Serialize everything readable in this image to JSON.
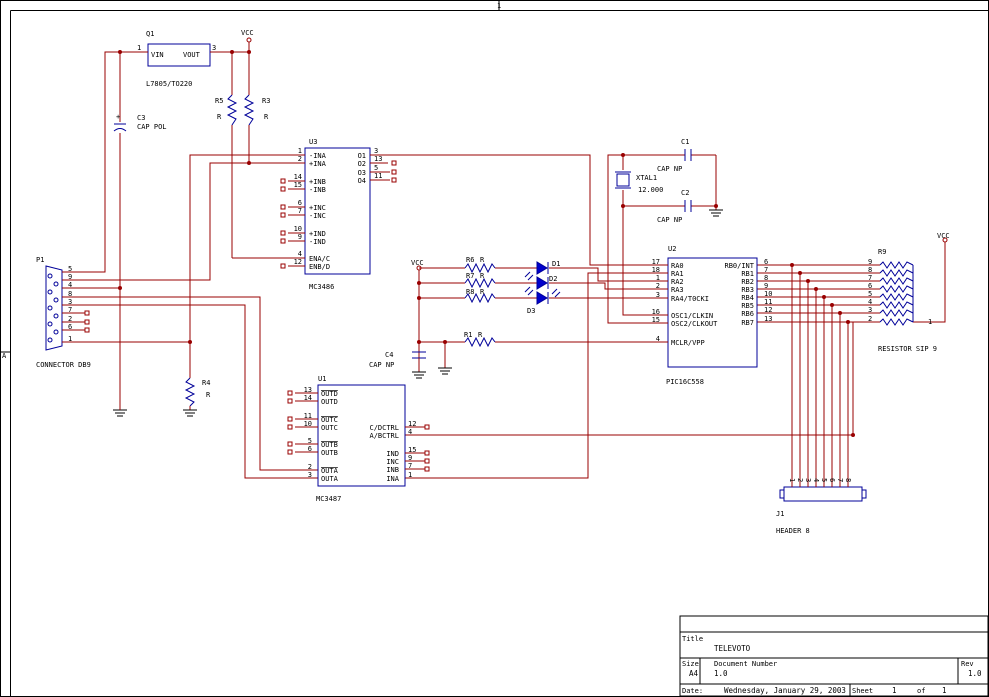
{
  "border": {
    "top_marker": "1",
    "left_marker": "A"
  },
  "components": {
    "q1": {
      "ref": "Q1",
      "value": "L7805/TO220",
      "pins": {
        "in": "VIN",
        "out": "VOUT",
        "in_num": "1",
        "out_num": "3"
      }
    },
    "c3": {
      "ref": "C3",
      "value": "CAP POL"
    },
    "r5": {
      "ref": "R5",
      "value": "R"
    },
    "r3": {
      "ref": "R3",
      "value": "R"
    },
    "u3": {
      "ref": "U3",
      "value": "MC3486",
      "left_pins": [
        {
          "num": "1",
          "name": "-INA"
        },
        {
          "num": "2",
          "name": "+INA"
        },
        {
          "num": "14",
          "name": "+INB"
        },
        {
          "num": "15",
          "name": "-INB"
        },
        {
          "num": "6",
          "name": "+INC"
        },
        {
          "num": "7",
          "name": "-INC"
        },
        {
          "num": "10",
          "name": "+IND"
        },
        {
          "num": "9",
          "name": "-IND"
        },
        {
          "num": "4",
          "name": "ENA/C"
        },
        {
          "num": "12",
          "name": "ENB/D"
        }
      ],
      "right_pins": [
        {
          "num": "3",
          "name": "O1"
        },
        {
          "num": "13",
          "name": "O2"
        },
        {
          "num": "5",
          "name": "O3"
        },
        {
          "num": "11",
          "name": "O4"
        }
      ]
    },
    "p1": {
      "ref": "P1",
      "value": "CONNECTOR DB9",
      "pins": [
        "5",
        "9",
        "4",
        "8",
        "3",
        "7",
        "2",
        "6",
        "1"
      ]
    },
    "r4": {
      "ref": "R4",
      "value": "R"
    },
    "u1": {
      "ref": "U1",
      "value": "MC3487",
      "left_pins": [
        {
          "num": "13",
          "name": "OUTD"
        },
        {
          "num": "14",
          "name": "OUTD"
        },
        {
          "num": "11",
          "name": "OUTC"
        },
        {
          "num": "10",
          "name": "OUTC"
        },
        {
          "num": "5",
          "name": "OUTB"
        },
        {
          "num": "6",
          "name": "OUTB"
        },
        {
          "num": "2",
          "name": "OUTA"
        },
        {
          "num": "3",
          "name": "OUTA"
        }
      ],
      "right_pins": [
        {
          "num": "12",
          "name": "C/DCTRL"
        },
        {
          "num": "4",
          "name": "A/BCTRL"
        },
        {
          "num": "15",
          "name": "IND"
        },
        {
          "num": "9",
          "name": "INC"
        },
        {
          "num": "7",
          "name": "INB"
        },
        {
          "num": "1",
          "name": "INA"
        }
      ]
    },
    "c4": {
      "ref": "C4",
      "value": "CAP NP"
    },
    "r6": {
      "ref": "R6",
      "value": "R"
    },
    "r7": {
      "ref": "R7",
      "value": "R"
    },
    "r8": {
      "ref": "R8",
      "value": "R"
    },
    "r1": {
      "ref": "R1",
      "value": "R"
    },
    "d1": {
      "ref": "D1"
    },
    "d2": {
      "ref": "D2"
    },
    "d3": {
      "ref": "D3"
    },
    "c1": {
      "ref": "C1",
      "value": "CAP NP"
    },
    "c2": {
      "ref": "C2",
      "value": "CAP NP"
    },
    "xtal1": {
      "ref": "XTAL1",
      "value": "12.000"
    },
    "u2": {
      "ref": "U2",
      "value": "PIC16C558",
      "left_pins": [
        {
          "num": "17",
          "name": "RA0"
        },
        {
          "num": "18",
          "name": "RA1"
        },
        {
          "num": "1",
          "name": "RA2"
        },
        {
          "num": "2",
          "name": "RA3"
        },
        {
          "num": "3",
          "name": "RA4/T0CKI"
        },
        {
          "num": "16",
          "name": "OSC1/CLKIN"
        },
        {
          "num": "15",
          "name": "OSC2/CLKOUT"
        },
        {
          "num": "4",
          "name": "MCLR/VPP"
        }
      ],
      "right_pins": [
        {
          "num": "6",
          "name": "RB0/INT"
        },
        {
          "num": "7",
          "name": "RB1"
        },
        {
          "num": "8",
          "name": "RB2"
        },
        {
          "num": "9",
          "name": "RB3"
        },
        {
          "num": "10",
          "name": "RB4"
        },
        {
          "num": "11",
          "name": "RB5"
        },
        {
          "num": "12",
          "name": "RB6"
        },
        {
          "num": "13",
          "name": "RB7"
        }
      ]
    },
    "r9": {
      "ref": "R9",
      "value": "RESISTOR SIP 9",
      "pins": [
        "9",
        "8",
        "7",
        "6",
        "5",
        "4",
        "3",
        "2"
      ],
      "common": "1"
    },
    "j1": {
      "ref": "J1",
      "value": "HEADER 8",
      "pins": [
        "1",
        "2",
        "3",
        "4",
        "5",
        "6",
        "7",
        "8"
      ]
    }
  },
  "power": {
    "vcc_label": "VCC"
  },
  "title_block": {
    "title_label": "Title",
    "title": "TELEVOTO",
    "size_label": "Size",
    "size": "A4",
    "docnum_label": "Document Number",
    "docnum": "1.0",
    "rev_label": "Rev",
    "rev": "1.0",
    "date_label": "Date:",
    "date": "Wednesday, January 29, 2003",
    "sheet_label": "Sheet",
    "sheet": "1",
    "of_label": "of",
    "of": "1"
  }
}
